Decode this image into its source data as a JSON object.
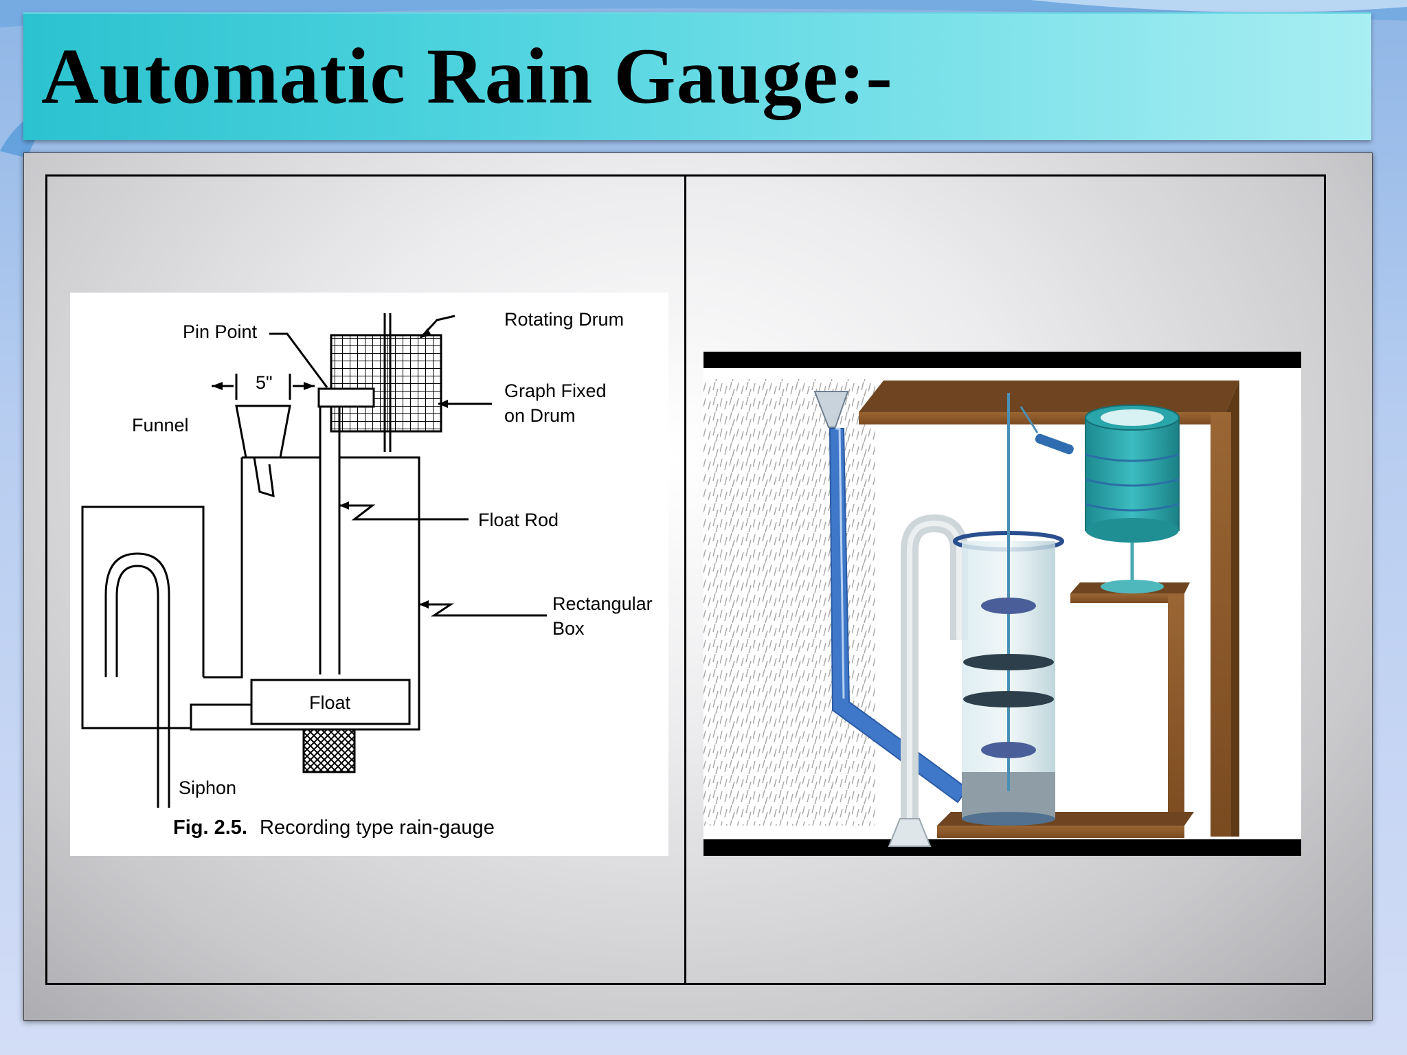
{
  "slide": {
    "title": "Automatic Rain Gauge:-"
  },
  "left_figure": {
    "labels": {
      "pin_point": "Pin Point",
      "rotating_drum": "Rotating Drum",
      "dimension": "5\"",
      "graph_fixed_line1": "Graph Fixed",
      "graph_fixed_line2": "on Drum",
      "funnel": "Funnel",
      "float_rod": "Float Rod",
      "rectangular_box_line1": "Rectangular",
      "rectangular_box_line2": "Box",
      "float": "Float",
      "siphon": "Siphon"
    },
    "caption_number": "Fig. 2.5.",
    "caption_text": "Recording type rain-gauge"
  },
  "right_figure": {
    "colors": {
      "wood": "#8b5a2b",
      "wood_dark": "#5e3a17",
      "drum": "#27a3a8",
      "water": "#3f78c8",
      "cylinder": "#bcd3da"
    }
  }
}
